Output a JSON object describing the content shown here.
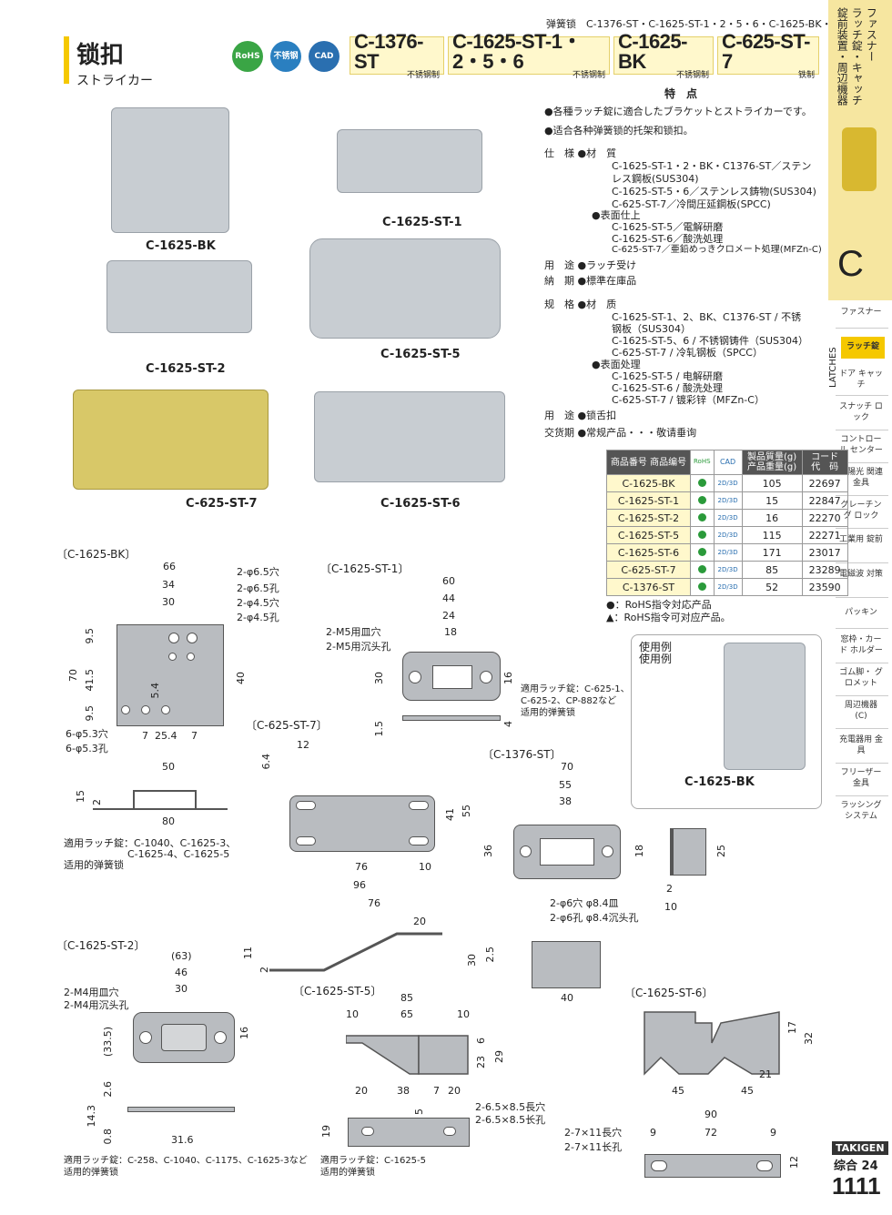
{
  "header": {
    "series": "弹簧锁　C-1376-ST・C-1625-ST-1・2・5・6・C-1625-BK・C-625-ST-7",
    "title": "锁扣",
    "subtitle": "ストライカー",
    "badges": [
      "RoHS",
      "不锈钢",
      "CAD"
    ],
    "codes": [
      {
        "code": "C-1376-ST",
        "material": "不锈钢制"
      },
      {
        "code": "C-1625-ST-1・2・5・6",
        "material": "不锈钢制"
      },
      {
        "code": "C-1625-BK",
        "material": "不锈钢制"
      },
      {
        "code": "C-625-ST-7",
        "material": "铁制"
      }
    ]
  },
  "sidebar": {
    "top_text": [
      "ファスナー",
      "ラッチ錠・キャッチ",
      "錠前装置・周辺機器"
    ],
    "letter": "C",
    "latches_label": "LATCHES",
    "items": [
      "ファスナー",
      "ラッチ錠",
      "ドア キャッチ",
      "スナッチ ロック",
      "コントロール センター",
      "太陽光 関連金具",
      "グレーチング ロック",
      "工業用 錠前",
      "電磁波 対策",
      "パッキン",
      "窓枠・カード ホルダー",
      "ゴム脚・ グロメット",
      "周辺機器 (C)",
      "充電器用 金具",
      "フリーザー 金具",
      "ラッシング システム"
    ],
    "brand": "TAKIGEN",
    "catalog": "综合 24",
    "page": "1111"
  },
  "photos": {
    "bk": "C-1625-BK",
    "st1": "C-1625-ST-1",
    "st2": "C-1625-ST-2",
    "st5": "C-1625-ST-5",
    "st7": "C-625-ST-7",
    "st6": "C-1625-ST-6",
    "use_label1": "使用例",
    "use_label2": "使用例",
    "use_product": "C-1625-BK"
  },
  "features": {
    "heading": "特　点",
    "items": [
      "●各種ラッチ錠に適合したブラケットとストライカーです。",
      "●适合各种弹簧锁的托架和锁扣。"
    ],
    "spec_jp": [
      "仕　様 ●材　質",
      "C-1625-ST-1・2・BK・C1376-ST／ステン",
      "レス鋼板(SUS304)",
      "C-1625-ST-5・6／ステンレス鋳物(SUS304)",
      "C-625-ST-7／冷間圧延鋼板(SPCC)",
      "●表面仕上",
      "C-1625-ST-5／電解研磨",
      "C-1625-ST-6／酸洗処理",
      "C-625-ST-7／亜鉛めっきクロメート処理(MFZn-C)",
      "用　途 ●ラッチ受け",
      "納　期 ●標準在庫品"
    ],
    "spec_cn": [
      "规　格 ●材　质",
      "C-1625-ST-1、2、BK、C1376-ST / 不锈",
      "钢板（SUS304）",
      "C-1625-ST-5、6 / 不锈钢铸件（SUS304）",
      "C-625-ST-7 / 冷轧钢板（SPCC）",
      "●表面处理",
      "C-1625-ST-5 / 电解研磨",
      "C-1625-ST-6 / 酸洗处理",
      "C-625-ST-7 / 镀彩锌（MFZn-C）",
      "用　途 ●锁舌扣",
      "交货期 ●常规产品・・・敬请垂询"
    ]
  },
  "table": {
    "headers": [
      "商品番号 商品编号",
      "RoHS",
      "CAD",
      "製品質量(g) 产品重量(g)",
      "コード 代　码"
    ],
    "rows": [
      {
        "code": "C-1625-BK",
        "cad": "2D/3D",
        "weight": "105",
        "id": "22697"
      },
      {
        "code": "C-1625-ST-1",
        "cad": "2D/3D",
        "weight": "15",
        "id": "22847"
      },
      {
        "code": "C-1625-ST-2",
        "cad": "2D/3D",
        "weight": "16",
        "id": "22270"
      },
      {
        "code": "C-1625-ST-5",
        "cad": "2D/3D",
        "weight": "115",
        "id": "22271"
      },
      {
        "code": "C-1625-ST-6",
        "cad": "2D/3D",
        "weight": "171",
        "id": "23017"
      },
      {
        "code": "C-625-ST-7",
        "cad": "2D/3D",
        "weight": "85",
        "id": "23289"
      },
      {
        "code": "C-1376-ST",
        "cad": "2D/3D",
        "weight": "52",
        "id": "23590"
      }
    ],
    "note1": "●：RoHS指令対応产品",
    "note2": "▲：RoHS指令可对应产品。"
  },
  "drawings": {
    "bk_label": "〔C-1625-BK〕",
    "bk_holes": [
      "2-φ6.5穴",
      "2-φ6.5孔",
      "2-φ4.5穴",
      "2-φ4.5孔"
    ],
    "bk_holes2": [
      "6-φ5.3穴",
      "6-φ5.3孔"
    ],
    "bk_dims": [
      "66",
      "34",
      "30",
      "70",
      "41.5",
      "9.5",
      "9.5",
      "40",
      "5.4",
      "7",
      "25.4",
      "7",
      "50",
      "15",
      "2",
      "80"
    ],
    "bk_apply": [
      "適用ラッチ錠：C-1040、C-1625-3、",
      "C-1625-4、C-1625-5",
      "适用的弹簧锁"
    ],
    "st1_label": "〔C-1625-ST-1〕",
    "st1_holes": [
      "2-M5用皿穴",
      "2-M5用沉头孔"
    ],
    "st1_dims": [
      "60",
      "44",
      "24",
      "18",
      "30",
      "16",
      "1.5",
      "4"
    ],
    "st1_apply": [
      "適用ラッチ錠：C-625-1、",
      "C-625-2、CP-882など",
      "适用的弹簧锁"
    ],
    "st7_label": "〔C-625-ST-7〕",
    "st7_dims": [
      "12",
      "6.4",
      "41",
      "55",
      "76",
      "10",
      "96",
      "76",
      "20",
      "11",
      "2"
    ],
    "st1376_label": "〔C-1376-ST〕",
    "st1376_dims": [
      "70",
      "55",
      "38",
      "36",
      "18",
      "25",
      "2",
      "10",
      "30",
      "2.5",
      "40"
    ],
    "st1376_holes": [
      "2-φ6穴 φ8.4皿",
      "2-φ6孔 φ8.4沉头孔"
    ],
    "st2_label": "〔C-1625-ST-2〕",
    "st2_holes": [
      "2-M4用皿穴",
      "2-M4用沉头孔"
    ],
    "st2_dims": [
      "(63)",
      "46",
      "30",
      "(33.5)",
      "16",
      "2.6",
      "14.3",
      "0.8",
      "31.6"
    ],
    "st2_apply": [
      "適用ラッチ錠：C-258、C-1040、C-1175、C-1625-3など",
      "适用的弹簧锁"
    ],
    "st5_label": "〔C-1625-ST-5〕",
    "st5_dims": [
      "85",
      "10",
      "65",
      "10",
      "6",
      "23",
      "29",
      "20",
      "38",
      "7",
      "20",
      "19",
      "5"
    ],
    "st5_holes": [
      "2-6.5×8.5長穴",
      "2-6.5×8.5长孔"
    ],
    "st5_apply": [
      "適用ラッチ錠：C-1625-5",
      "适用的弹簧锁"
    ],
    "st6_label": "〔C-1625-ST-6〕",
    "st6_dims": [
      "17",
      "32",
      "21",
      "45",
      "45",
      "90",
      "9",
      "72",
      "9",
      "12"
    ],
    "st6_holes": [
      "2-7×11長穴",
      "2-7×11长孔"
    ]
  }
}
